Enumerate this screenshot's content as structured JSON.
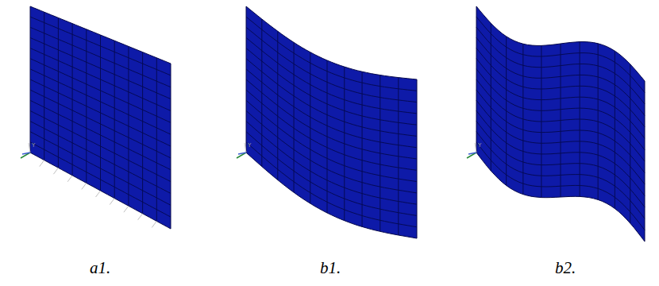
{
  "diagram": {
    "labels": [
      "a1.",
      "b1.",
      "b2.",
      "Y",
      "Y",
      "Y"
    ]
  }
}
